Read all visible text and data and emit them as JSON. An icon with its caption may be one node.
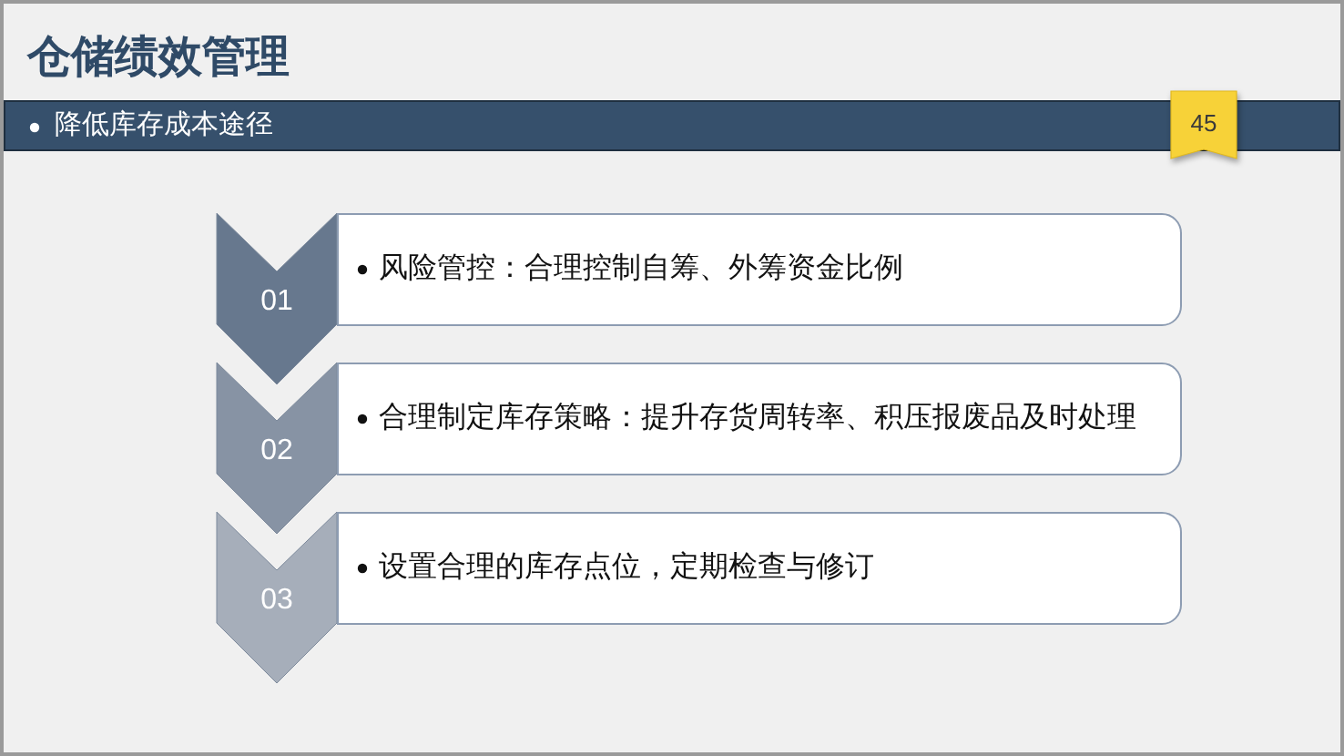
{
  "diagram": {
    "title": "仓储绩效管理",
    "nodes": [
      {
        "text": [
          "降低库存成本途径"
        ]
      },
      {
        "text": [
          "45"
        ]
      },
      {
        "text": [
          "01"
        ]
      },
      {
        "text": [
          "风险管控：合理控制自筹、外筹资金比例"
        ]
      },
      {
        "text": [
          "02"
        ]
      },
      {
        "text": [
          "合理制定库存策略：提升存货周转率、积压报废品及时处理"
        ]
      },
      {
        "text": [
          "03"
        ]
      },
      {
        "text": [
          "设置合理的库存点位，定期检查与修订"
        ]
      }
    ]
  }
}
